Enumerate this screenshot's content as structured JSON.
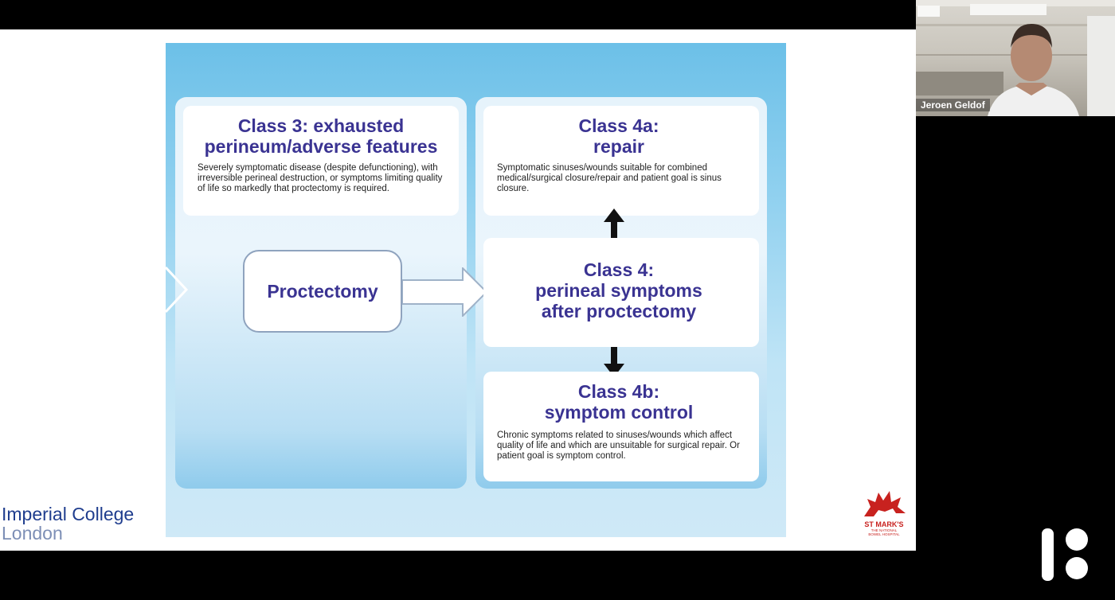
{
  "slide": {
    "class3": {
      "title_line1": "Class 3: exhausted",
      "title_line2": "perineum/adverse features",
      "body": "Severely symptomatic disease (despite defunctioning), with irreversible perineal destruction, or symptoms limiting quality of life so markedly that proctectomy is required."
    },
    "proctectomy_label": "Proctectomy",
    "class4a": {
      "title_line1": "Class 4a:",
      "title_line2": "repair",
      "body": "Symptomatic sinuses/wounds suitable for combined medical/surgical closure/repair and patient goal is sinus closure."
    },
    "class4": {
      "title_line1": "Class 4:",
      "title_line2": "perineal symptoms",
      "title_line3": "after proctectomy"
    },
    "class4b": {
      "title_line1": "Class 4b:",
      "title_line2": "symptom control",
      "body": "Chronic symptoms related to sinuses/wounds which affect quality of life and which are unsuitable for surgical repair. Or patient goal is symptom control."
    },
    "imperial_line1": "Imperial College",
    "imperial_line2": "London",
    "stmarks_name": "ST MARK'S",
    "stmarks_sub1": "THE NATIONAL",
    "stmarks_sub2": "BOWEL HOSPITAL"
  },
  "webcam": {
    "participant_name": "Jeroen Geldof"
  },
  "colors": {
    "title_purple": "#3a3392",
    "panel_blue": "#6cc0e8",
    "imperial_blue": "#1f3d8e",
    "stmarks_red": "#c8221f"
  }
}
